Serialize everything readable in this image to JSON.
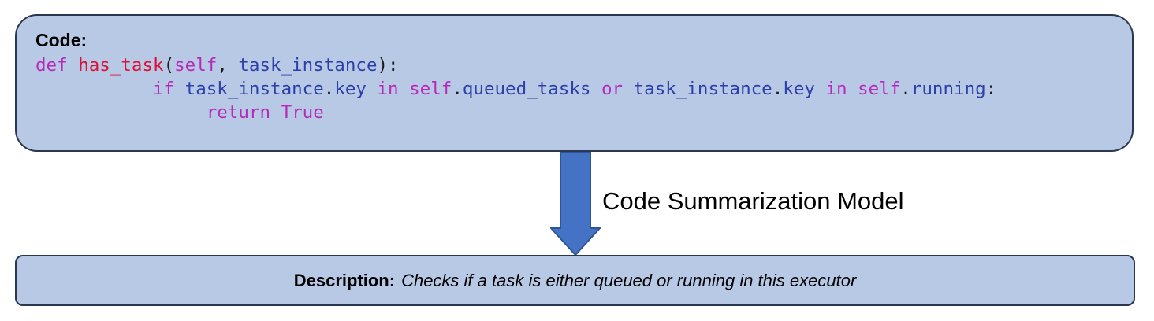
{
  "code_panel": {
    "heading": "Code:",
    "lines": [
      {
        "indent": "",
        "tokens": [
          {
            "text": "def",
            "kind": "kw"
          },
          {
            "text": " ",
            "kind": "pn"
          },
          {
            "text": "has_task",
            "kind": "fn"
          },
          {
            "text": "(",
            "kind": "pn"
          },
          {
            "text": "self",
            "kind": "kw"
          },
          {
            "text": ", ",
            "kind": "pn"
          },
          {
            "text": "task_instance",
            "kind": "id"
          },
          {
            "text": "):",
            "kind": "pn"
          }
        ]
      },
      {
        "indent": "           ",
        "tokens": [
          {
            "text": "if",
            "kind": "kw"
          },
          {
            "text": " ",
            "kind": "pn"
          },
          {
            "text": "task_instance",
            "kind": "id"
          },
          {
            "text": ".",
            "kind": "pn"
          },
          {
            "text": "key",
            "kind": "id"
          },
          {
            "text": " ",
            "kind": "pn"
          },
          {
            "text": "in",
            "kind": "kw"
          },
          {
            "text": " ",
            "kind": "pn"
          },
          {
            "text": "self",
            "kind": "kw"
          },
          {
            "text": ".",
            "kind": "pn"
          },
          {
            "text": "queued_tasks",
            "kind": "id"
          },
          {
            "text": " ",
            "kind": "pn"
          },
          {
            "text": "or",
            "kind": "kw"
          },
          {
            "text": " ",
            "kind": "pn"
          },
          {
            "text": "task_instance",
            "kind": "id"
          },
          {
            "text": ".",
            "kind": "pn"
          },
          {
            "text": "key",
            "kind": "id"
          },
          {
            "text": " ",
            "kind": "pn"
          },
          {
            "text": "in",
            "kind": "kw"
          },
          {
            "text": " ",
            "kind": "pn"
          },
          {
            "text": "self",
            "kind": "kw"
          },
          {
            "text": ".",
            "kind": "pn"
          },
          {
            "text": "running",
            "kind": "id"
          },
          {
            "text": ":",
            "kind": "pn"
          }
        ]
      },
      {
        "indent": "                ",
        "tokens": [
          {
            "text": "return True",
            "kind": "kw"
          }
        ]
      }
    ]
  },
  "arrow": {
    "label": "Code Summarization Model"
  },
  "description_panel": {
    "label": "Description:",
    "text": "Checks if a task is either queued or running in this executor"
  },
  "colors": {
    "panel_fill": "#b8c9e6",
    "panel_border": "#2b3650",
    "arrow_fill": "#4472c4",
    "arrow_stroke": "#2f5597",
    "keyword": "#b52bb8",
    "function_name": "#d9123a",
    "identifier": "#2d3fa8",
    "punctuation": "#1a1a1a"
  }
}
